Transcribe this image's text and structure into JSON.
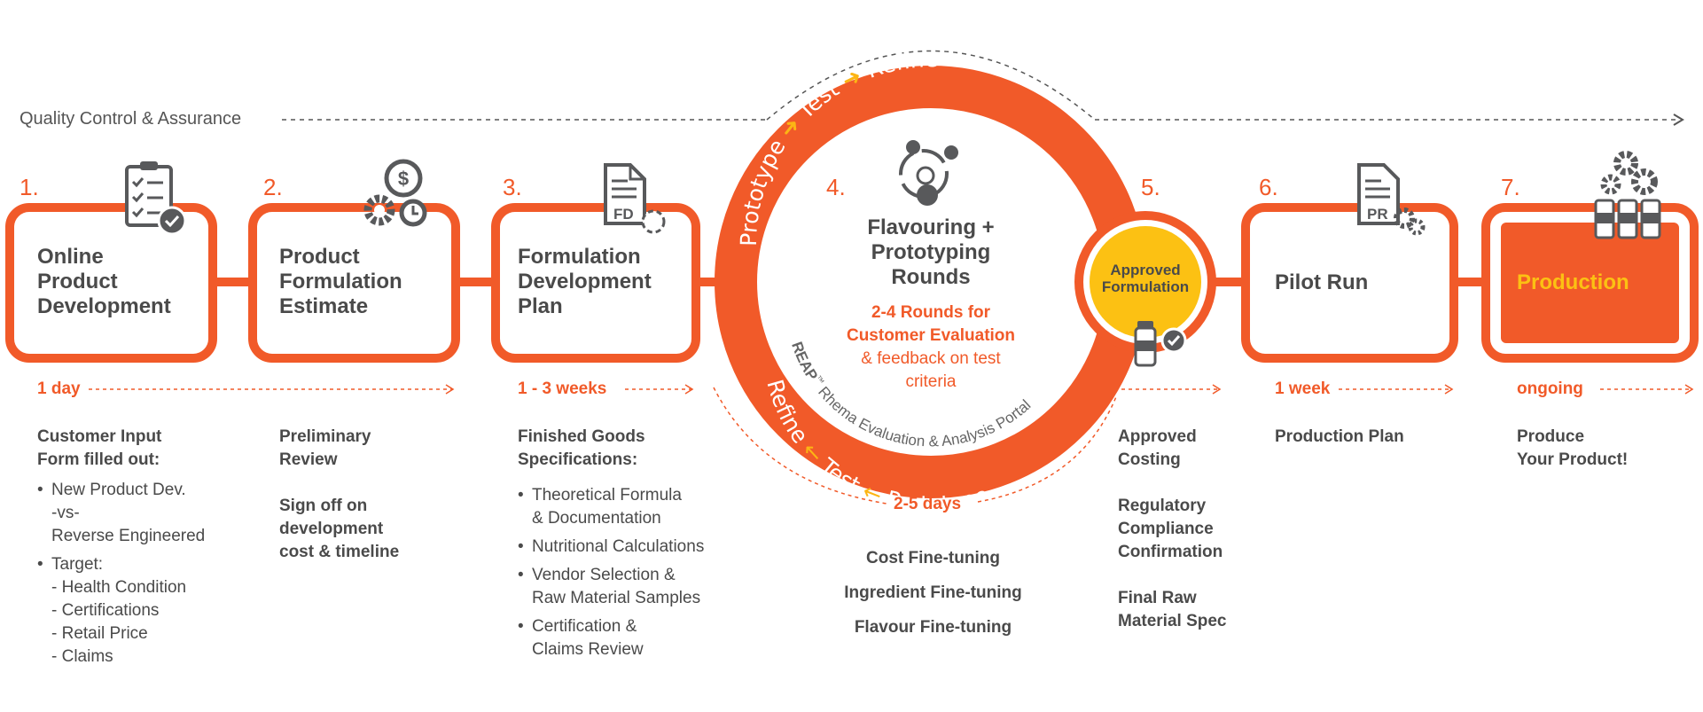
{
  "colors": {
    "orange": "#f15a29",
    "yellow": "#fcc113",
    "gray": "#4a4a4a",
    "arrow_yellow": "#fcb514"
  },
  "qc_label": "Quality Control & Assurance",
  "steps": [
    {
      "num": "1.",
      "title": "Online\nProduct\nDevelopment",
      "icon": "checklist-icon"
    },
    {
      "num": "2.",
      "title": "Product\nFormulation\nEstimate",
      "icon": "gears-dollar-icon"
    },
    {
      "num": "3.",
      "title": "Formulation\nDevelopment\nPlan",
      "icon": "fd-document-icon",
      "icon_text": "FD"
    },
    {
      "num": "4.",
      "title": "Flavouring +\nPrototyping\nRounds",
      "icon": "cycle-lemon-icon"
    },
    {
      "num": "5.",
      "title": "Approved\nFormulation",
      "icon": "bottle-check-icon"
    },
    {
      "num": "6.",
      "title": "Pilot Run",
      "icon": "pr-document-icon",
      "icon_text": "PR"
    },
    {
      "num": "7.",
      "title": "Production",
      "icon": "factory-bottles-icon"
    }
  ],
  "ring": {
    "top": [
      "Prototype",
      "Test",
      "Refine"
    ],
    "bottom": [
      "Refine",
      "Test",
      "Prototype"
    ],
    "subtitle_bold": "2-4 Rounds for\nCustomer Evaluation",
    "subtitle": "& feedback on test\ncriteria",
    "reap_bold": "REAP",
    "reap_tm": "™",
    "reap_rest": " Rhema Evaluation & Analysis Portal"
  },
  "durations": {
    "d1": "1 day",
    "d3": "1 - 3 weeks",
    "d4": "2-5 days",
    "d6": "1 week",
    "d7": "ongoing"
  },
  "details": {
    "step1": {
      "heading": "Customer Input\nForm filled out:",
      "bullets": [
        "New Product Dev.\n -vs-\nReverse Engineered",
        "Target:\n- Health Condition\n- Certifications\n- Retail Price\n- Claims"
      ]
    },
    "step2": {
      "line1": "Preliminary\nReview",
      "line2": "Sign off on\ndevelopment\ncost & timeline"
    },
    "step3": {
      "heading": "Finished Goods\nSpecifications:",
      "bullets": [
        "Theoretical Formula\n& Documentation",
        "Nutritional Calculations",
        "Vendor Selection &\nRaw Material Samples",
        "Certification &\nClaims Review"
      ]
    },
    "step4": [
      "Cost Fine-tuning",
      "Ingredient Fine-tuning",
      "Flavour Fine-tuning"
    ],
    "step5": [
      "Approved\nCosting",
      "Regulatory\nCompliance\nConfirmation",
      "Final Raw\nMaterial Spec"
    ],
    "step6": "Production Plan",
    "step7": "Produce\nYour Product!"
  }
}
